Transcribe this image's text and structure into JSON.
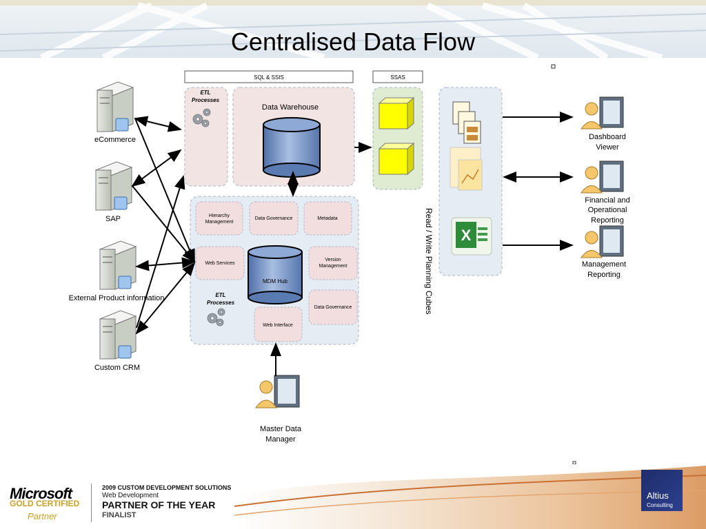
{
  "title": "Centralised Data Flow",
  "diagram": {
    "headers": {
      "sql_ssis": "SQL & SSIS",
      "ssas": "SSAS"
    },
    "etl_label": [
      "ETL",
      "Processes"
    ],
    "data_warehouse": "Data Warehouse",
    "mdm": {
      "hierarchy": [
        "Hierarchy",
        "Management"
      ],
      "data_governance_top": "Data Governance",
      "metadata": "Metadata",
      "web_services": "Web Services",
      "mdm_hub": "MDM Hub",
      "version_mgmt": [
        "Version",
        "Management"
      ],
      "etl_label": [
        "ETL",
        "Processes"
      ],
      "data_governance_bottom": "Data Governance",
      "web_interface": "Web Interface"
    },
    "sources": [
      "eCommerce",
      "SAP",
      "External Product information",
      "Custom CRM"
    ],
    "planning_cubes_label": "Read / Write Planning Cubes",
    "consumers": {
      "dashboard": [
        "Dashboard",
        "Viewer"
      ],
      "financial": [
        "Financial and",
        "Operational",
        "Reporting"
      ],
      "management": [
        "Management",
        "Reporting"
      ]
    },
    "master_data_manager": [
      "Master Data",
      "Manager"
    ]
  },
  "footer": {
    "microsoft": "Microsoft",
    "gold_certified": "GOLD CERTIFIED",
    "partner": "Partner",
    "award_line1": "2009 CUSTOM DEVELOPMENT SOLUTIONS",
    "award_line2": "Web Development",
    "award_line3": "PARTNER OF THE YEAR",
    "award_line4": "FINALIST",
    "altius": "Altius",
    "consulting": "Consulting"
  },
  "colors": {
    "pink_region": "#f3e4e4",
    "blue_region": "#e6ecf4",
    "green_region": "#e0ecd2",
    "cube": "#ffff00",
    "cylinder": "#7f9ccc",
    "arrow": "#000000"
  }
}
